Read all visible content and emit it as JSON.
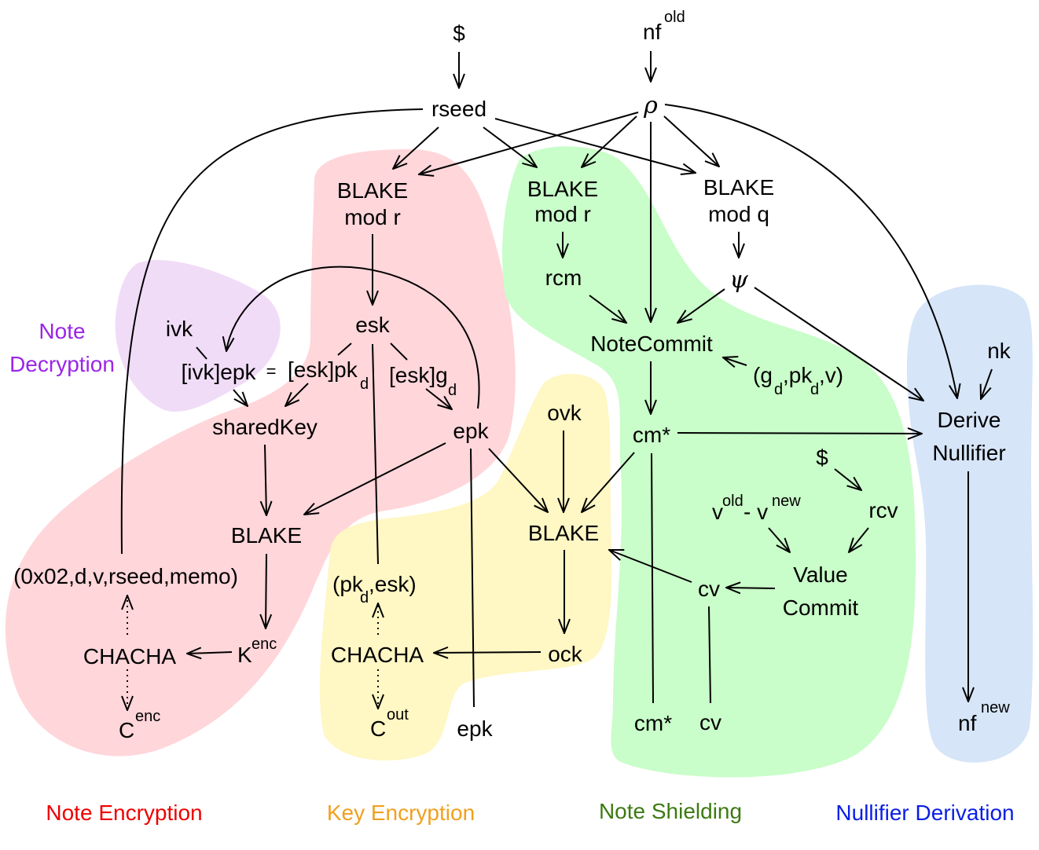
{
  "colors": {
    "note_encryption_fill": "#ffd6da",
    "key_encryption_fill": "#fff7c4",
    "note_shielding_fill": "#c9fdc9",
    "nullifier_fill": "#d6e5f8",
    "note_decryption_fill": "#f1dcf8",
    "note_encryption_text": "#ee0000",
    "key_encryption_text": "#f0a020",
    "note_shielding_text": "#3d7a12",
    "nullifier_text": "#0a1ee6",
    "note_decryption_text": "#9b25e6"
  },
  "regions": {
    "note_encryption": "Note Encryption",
    "key_encryption": "Key Encryption",
    "note_shielding": "Note Shielding",
    "nullifier_derivation": "Nullifier Derivation",
    "note_decryption_line1": "Note",
    "note_decryption_line2": "Decryption"
  },
  "nodes": {
    "dollar_top": "$",
    "nf": "nf",
    "nf_old_sup": "old",
    "rseed": "rseed",
    "rho": "ρ",
    "blake_mod_r_left_1": "BLAKE",
    "blake_mod_r_left_2": "mod r",
    "blake_mod_r_mid_1": "BLAKE",
    "blake_mod_r_mid_2": "mod r",
    "blake_mod_q_1": "BLAKE",
    "blake_mod_q_2": "mod q",
    "rcm": "rcm",
    "psi": "ψ",
    "esk": "esk",
    "ivk": "ivk",
    "ivk_epk": "[ivk]epk",
    "equals": "=",
    "esk_pkd": "[esk]pk",
    "esk_pkd_sub": "d",
    "esk_gd": "[esk]g",
    "esk_gd_sub": "d",
    "shared_key": "sharedKey",
    "epk_mid": "epk",
    "ovk": "ovk",
    "note_commit": "NoteCommit",
    "gd_pkd_v_1": "(g",
    "gd_pkd_v_sub1": "d",
    "gd_pkd_v_2": ",pk",
    "gd_pkd_v_sub2": "d",
    "gd_pkd_v_3": ",v)",
    "cm_star_mid": "cm*",
    "nk": "nk",
    "derive_1": "Derive",
    "derive_2": "Nullifier",
    "dollar_rcv": "$",
    "v_old": "v",
    "v_old_sup": "old",
    "v_minus": "- v",
    "v_new_sup": "new",
    "rcv": "rcv",
    "value_commit_1": "Value",
    "value_commit_2": "Commit",
    "cv_mid": "cv",
    "blake_left": "BLAKE",
    "blake_center": "BLAKE",
    "note_plaintext": "(0x02,d,v,rseed,memo)",
    "pkd_esk_1": "(pk",
    "pkd_esk_sub": "d",
    "pkd_esk_2": ",esk)",
    "chacha_left": "CHACHA",
    "kenc": "K",
    "kenc_sup": "enc",
    "chacha_mid": "CHACHA",
    "ock": "ock",
    "cenc": "C",
    "cenc_sup": "enc",
    "cout": "C",
    "cout_sup": "out",
    "epk_bottom": "epk",
    "cm_star_bottom": "cm*",
    "cv_bottom": "cv",
    "nf_new": "nf",
    "nf_new_sup": "new"
  }
}
